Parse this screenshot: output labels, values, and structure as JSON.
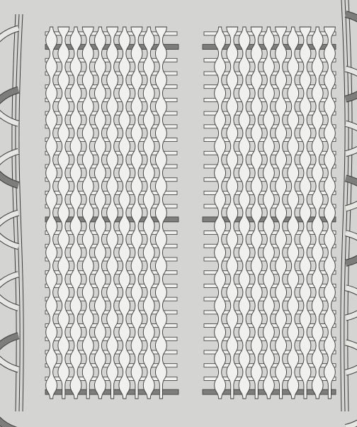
{
  "figure": {
    "colors": {
      "paper": "#d4d4d2",
      "strand_fill": "#f0f0ee",
      "outline": "#3a3a3a",
      "dark_strand": "#7d7d7b",
      "braid_fill": "#e6e6e3"
    },
    "left_panel": {
      "warp_count": 10,
      "weft_rows": 28,
      "dark_weft_rows": [
        1,
        14,
        27
      ],
      "weft_exit_side": "right"
    },
    "right_panel": {
      "warp_count": 10,
      "weft_rows": 28,
      "dark_weft_rows": [
        1,
        14,
        27
      ],
      "weft_exit_side": "left"
    },
    "left_braid": {
      "loops": 6,
      "dark_loops": [
        1,
        5
      ]
    },
    "right_braid": {
      "loops": 7,
      "dark_loops": [
        0,
        3
      ]
    }
  }
}
